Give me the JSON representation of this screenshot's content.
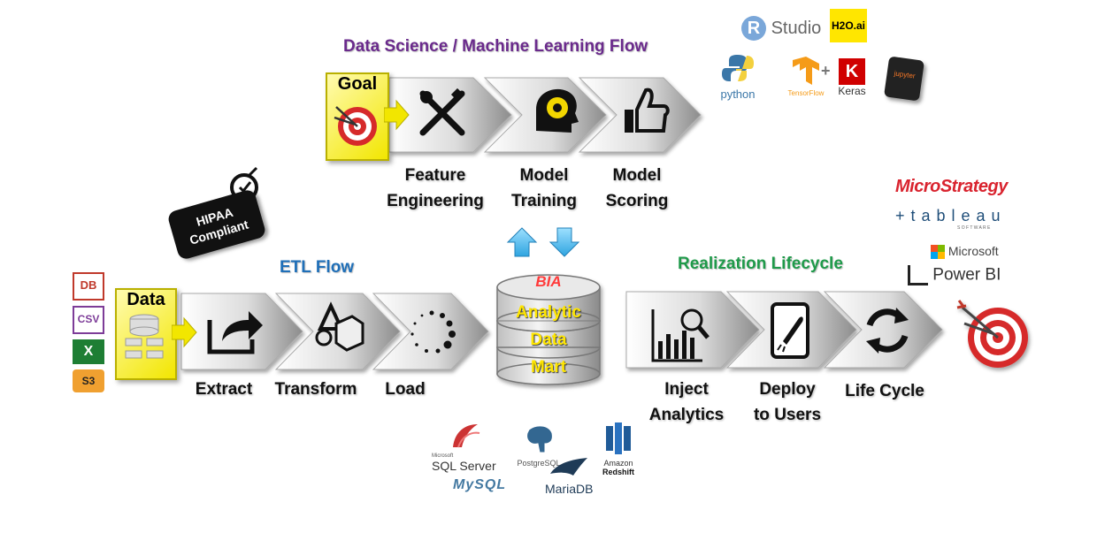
{
  "ds_flow": {
    "title": "Data Science / Machine Learning Flow",
    "goal_label": "Goal",
    "steps": [
      {
        "line1": "Feature",
        "line2": "Engineering",
        "icon": "tools-icon"
      },
      {
        "line1": "Model",
        "line2": "Training",
        "icon": "brain-icon"
      },
      {
        "line1": "Model",
        "line2": "Scoring",
        "icon": "thumbs-up-icon"
      }
    ]
  },
  "ml_tools": {
    "rstudio": "Studio",
    "rstudio_mark": "R",
    "h2o": "H2O.ai",
    "python": "python",
    "tensorflow": "TensorFlow",
    "keras_mark": "K",
    "keras": "Keras",
    "jupyter": "jupyter",
    "plus": "+"
  },
  "hipaa": {
    "line1": "HIPAA",
    "line2": "Compliant"
  },
  "etl_flow": {
    "title": "ETL Flow",
    "data_label": "Data",
    "steps": [
      {
        "label": "Extract",
        "icon": "share-icon"
      },
      {
        "label": "Transform",
        "icon": "shapes-icon"
      },
      {
        "label": "Load",
        "icon": "loading-icon"
      }
    ]
  },
  "sources": [
    {
      "label": "DB",
      "color": "#c0392b"
    },
    {
      "label": "CSV",
      "color": "#7d3c98"
    },
    {
      "label": "X",
      "color": "#1e7e34"
    },
    {
      "label": "S3",
      "color": "#e67e22"
    }
  ],
  "mart": {
    "brand": "BIA",
    "line1": "Analytic",
    "line2": "Data",
    "line3": "Mart"
  },
  "databases": {
    "sqlserver_small": "Microsoft",
    "sqlserver": "SQL Server",
    "postgres": "PostgreSQL",
    "redshift_small": "Amazon",
    "redshift": "Redshift",
    "mysql": "MySQL",
    "mariadb": "MariaDB"
  },
  "realization": {
    "title": "Realization Lifecycle",
    "steps": [
      {
        "line1": "Inject",
        "line2": "Analytics",
        "icon": "analytics-chart-icon"
      },
      {
        "line1": "Deploy",
        "line2": "to Users",
        "icon": "tablet-rocket-icon"
      },
      {
        "line1": "Life Cycle",
        "line2": "",
        "icon": "cycle-icon"
      }
    ]
  },
  "bi_tools": {
    "microstrategy": "MicroStrategy",
    "tableau": "+ t a b l e a u",
    "tableau_sub": "S O F T W A R E",
    "microsoft": "Microsoft",
    "powerbi": "Power BI"
  },
  "colors": {
    "ds_title": "#6a2a8c",
    "etl_title": "#1f6fb8",
    "real_title": "#1f9a4a",
    "goal_yellow": "#f2e600",
    "arrow_blue": "#5bc0f0"
  }
}
